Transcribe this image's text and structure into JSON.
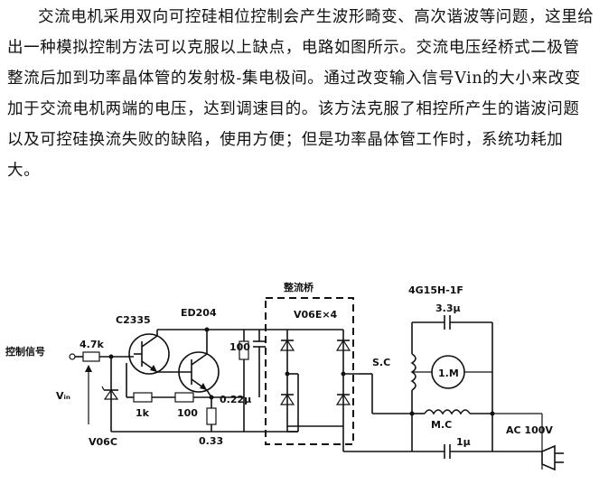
{
  "paragraph": "交流电机采用双向可控硅相位控制会产生波形畸变、高次谐波等问题，这里给出一种模拟控制方法可以克服以上缺点，电路如图所示。交流电压经桥式二极管整流后加到功率晶体管的发射极-集电极间。通过改变输入信号Vin的大小来改变加于交流电机两端的电压，达到调速目的。该方法克服了相控所产生的谐波问题以及可控硅换流失败的缺陷，使用方便；但是功率晶体管工作时，系统功耗加大。",
  "circuit": {
    "input_label": "控制信号",
    "r_input": "4.7k",
    "vin_label": "Vᵢₙ",
    "zener_label": "V06C",
    "q1_label": "C2335",
    "q2_label": "ED204",
    "r_1k": "1k",
    "r_100_base": "100",
    "r_033": "0.33",
    "r_100_snubber": "100",
    "c_022": "0.22μ",
    "bridge_title": "整流桥",
    "bridge_part": "V06E×4",
    "motor_model": "4G15H-1F",
    "cap_33": "3.3μ",
    "sc_label": "S.C",
    "motor_label": "1.M",
    "mc_label": "M.C",
    "cap_1": "1μ",
    "ac_label": "AC 100V"
  }
}
